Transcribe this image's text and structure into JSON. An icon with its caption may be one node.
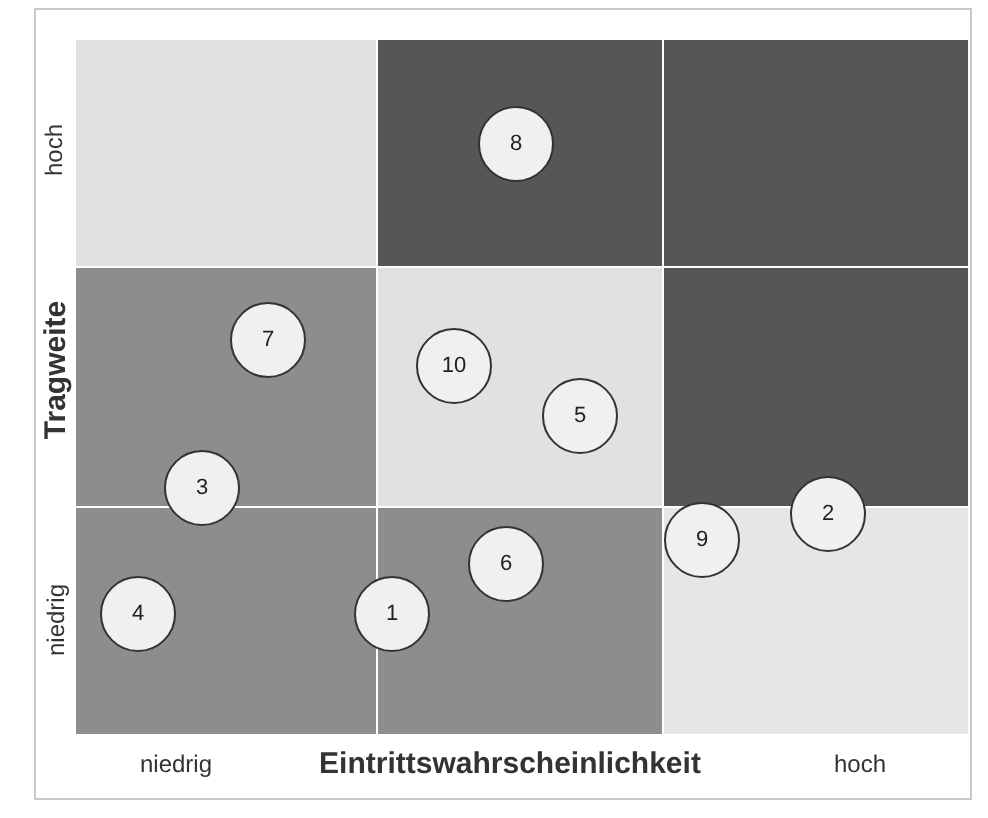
{
  "diagram": {
    "nodes": [
      {
        "text": [
          "8"
        ]
      },
      {
        "text": [
          "7"
        ]
      },
      {
        "text": [
          "10"
        ]
      },
      {
        "text": [
          "5"
        ]
      },
      {
        "text": [
          "3"
        ]
      },
      {
        "text": [
          "2"
        ]
      },
      {
        "text": [
          "9"
        ]
      },
      {
        "text": [
          "6"
        ]
      },
      {
        "text": [
          "4"
        ]
      },
      {
        "text": [
          "1"
        ]
      }
    ],
    "labels": [
      "hoch",
      "Tragweite",
      "niedrig",
      "niedrig",
      "Eintrittswahrscheinlichkeit",
      "hoch"
    ]
  }
}
